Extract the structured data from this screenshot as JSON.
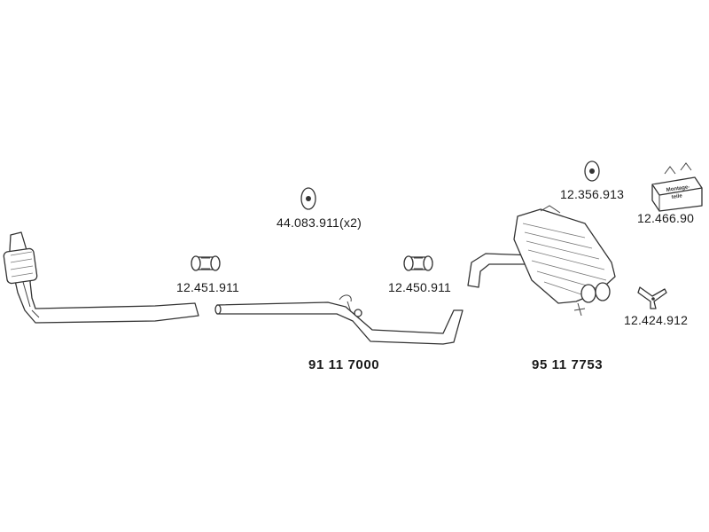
{
  "parts": {
    "hanger_middle": "44.083.911(x2)",
    "clamp_front": "12.451.911",
    "clamp_middle": "12.450.911",
    "hanger_rear": "12.356.913",
    "mounting_kit": "12.466.90",
    "rear_bracket": "12.424.912"
  },
  "assemblies": {
    "middle_pipe": "91 11 7000",
    "rear_silencer": "95 11 7753"
  },
  "mounting_kit_box_text": [
    "Montage-",
    "teile"
  ]
}
